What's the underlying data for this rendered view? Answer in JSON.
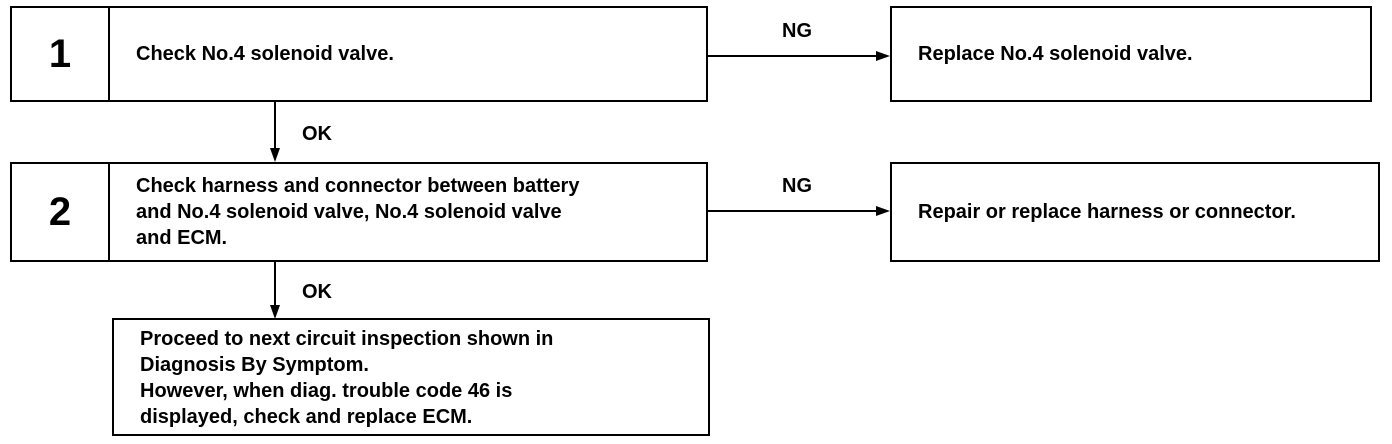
{
  "steps": [
    {
      "number": "1",
      "text_lines": [
        "Check No.4 solenoid valve."
      ],
      "ng_label": "NG",
      "ng_result": "Replace No.4 solenoid valve.",
      "ok_label": "OK"
    },
    {
      "number": "2",
      "text_lines": [
        "Check harness and connector between battery",
        "and No.4 solenoid valve, No.4 solenoid valve",
        "and ECM."
      ],
      "ng_label": "NG",
      "ng_result": "Repair or replace harness or connector.",
      "ok_label": "OK"
    }
  ],
  "final": {
    "lines": [
      "Proceed to next circuit inspection shown in",
      "Diagnosis By Symptom.",
      "However, when diag. trouble code 46 is",
      "displayed, check and replace ECM."
    ]
  }
}
